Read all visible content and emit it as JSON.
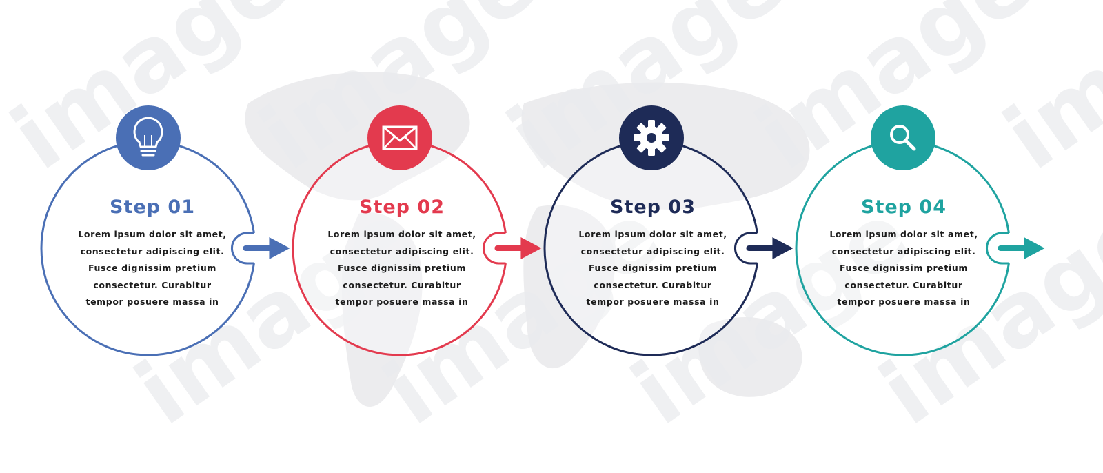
{
  "steps": [
    {
      "title": "Step 01",
      "color": "#4a6fb5",
      "icon": "lightbulb-icon",
      "lines": [
        "Lorem ipsum dolor sit amet,",
        "consectetur adipiscing elit.",
        "Fusce dignissim pretium",
        "consectetur. Curabitur",
        "tempor posuere massa in"
      ]
    },
    {
      "title": "Step 02",
      "color": "#e33a4e",
      "icon": "envelope-icon",
      "lines": [
        "Lorem ipsum dolor sit amet,",
        "consectetur adipiscing elit.",
        "Fusce dignissim pretium",
        "consectetur. Curabitur",
        "tempor posuere massa in"
      ]
    },
    {
      "title": "Step 03",
      "color": "#1e2b57",
      "icon": "gear-icon",
      "lines": [
        "Lorem ipsum dolor sit amet,",
        "consectetur adipiscing elit.",
        "Fusce dignissim pretium",
        "consectetur. Curabitur",
        "tempor posuere massa in"
      ]
    },
    {
      "title": "Step 04",
      "color": "#1fa3a0",
      "icon": "magnifier-icon",
      "lines": [
        "Lorem ipsum dolor sit amet,",
        "consectetur adipiscing elit.",
        "Fusce dignissim pretium",
        "consectetur. Curabitur",
        "tempor posuere massa in"
      ]
    }
  ],
  "watermark": {
    "text": "image",
    "color": "#e9ebee"
  },
  "map_color": "#ececee"
}
